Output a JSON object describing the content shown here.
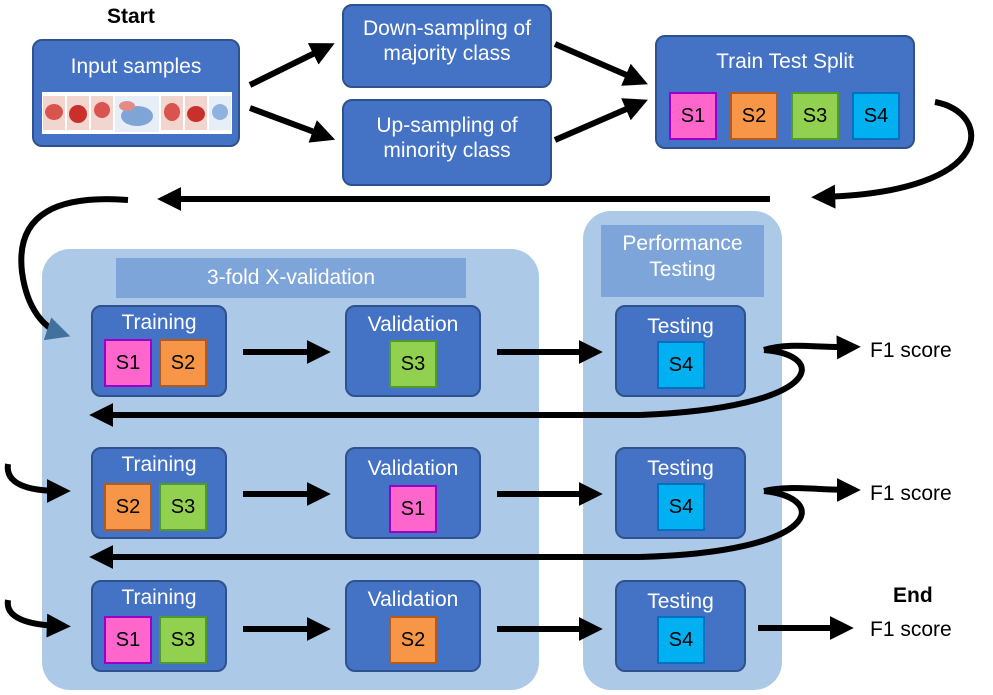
{
  "labels": {
    "start": "Start",
    "end": "End",
    "f1": "F1 score"
  },
  "input": {
    "title": "Input samples"
  },
  "downsample": {
    "title": "Down-sampling of majority class"
  },
  "upsample": {
    "title": "Up-sampling of minority class"
  },
  "split": {
    "title": "Train Test Split",
    "subsets": [
      "S1",
      "S2",
      "S3",
      "S4"
    ]
  },
  "xval": {
    "title": "3-fold X-validation"
  },
  "perf": {
    "title": "Performance Testing"
  },
  "folds": [
    {
      "training_label": "Training",
      "training": [
        "S1",
        "S2"
      ],
      "validation_label": "Validation",
      "validation": "S3",
      "testing_label": "Testing",
      "testing": "S4"
    },
    {
      "training_label": "Training",
      "training": [
        "S2",
        "S3"
      ],
      "validation_label": "Validation",
      "validation": "S1",
      "testing_label": "Testing",
      "testing": "S4"
    },
    {
      "training_label": "Training",
      "training": [
        "S1",
        "S3"
      ],
      "validation_label": "Validation",
      "validation": "S2",
      "testing_label": "Testing",
      "testing": "S4"
    }
  ],
  "colors": {
    "S1": "#ff66cc",
    "S2": "#f79646",
    "S3": "#92d050",
    "S4": "#00b0f0",
    "box": "#4472c4",
    "panel": "#adc9e8",
    "banner": "#7ea5da"
  }
}
